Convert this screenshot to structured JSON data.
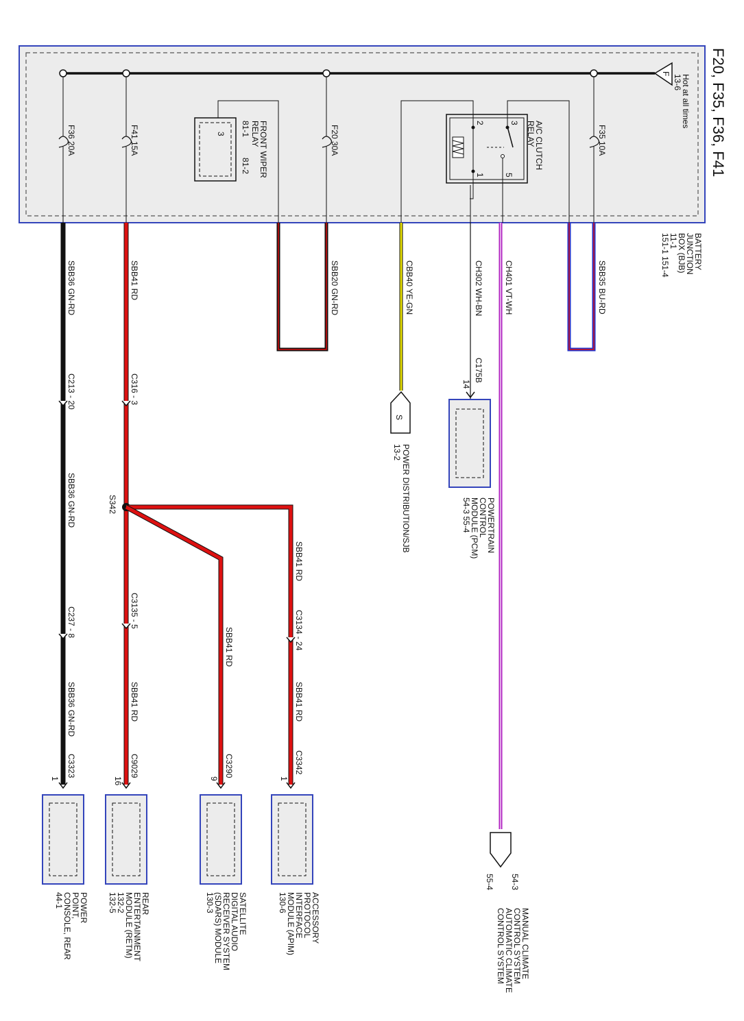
{
  "title": "F20, F35, F36, F41",
  "bjb": {
    "lines": [
      "BATTERY",
      "JUNCTION",
      "BOX (BJB)",
      "11-1",
      "151-1   151-4"
    ],
    "hot_label": [
      "Hot at all times",
      "13-6"
    ],
    "ground_flag": "F"
  },
  "fuses": {
    "f35": "F35  10A",
    "f20": "F20  30A",
    "f41": "F41  15A",
    "f36": "F36  20A"
  },
  "relays": {
    "ac_clutch": {
      "name": [
        "A/C CLUTCH",
        "RELAY"
      ],
      "pins": [
        "3",
        "2",
        "5",
        "1"
      ]
    },
    "front_wiper": {
      "name": [
        "FRONT WIPER",
        "RELAY"
      ],
      "refs": [
        "81-1",
        "81-2"
      ],
      "pin": "3"
    }
  },
  "circuits": {
    "sbb35": "SBB35   BU-RD",
    "ch401": "CH401   VT-WH",
    "ch302": "CH302   WH-BN",
    "cbb40": "CBB40   YE-GN",
    "sbb20": "SBB20   GN-RD",
    "sbb41": "SBB41   RD",
    "sbb36": "SBB36   GN-RD"
  },
  "connectors": {
    "c175b": "C175B",
    "c175b_pin": "14",
    "c316": "C316  -  3",
    "c213": "C213  -  20",
    "s342": "S342",
    "c3135": "C3135  -  5",
    "c3134": "C3134  -  24",
    "c237": "C237  -  8",
    "c3342": "C3342",
    "c3342_pin": "1",
    "c3290": "C3290",
    "c3290_pin": "9",
    "c9029": "C9029",
    "c9029_pin": "16",
    "c3323": "C3323",
    "c3323_pin": "1"
  },
  "flags": {
    "pds": {
      "letter": "S",
      "name": "POWER DISTRIBUTION/SJB",
      "ref": "13-2"
    },
    "climate": {
      "refs": [
        "54-3",
        "55-4"
      ],
      "lines": [
        "MANUAL CLIMATE",
        "CONTROL SYSTEM",
        "AUTOMATIC CLIMATE",
        "CONTROL SYSTEM"
      ]
    }
  },
  "modules": {
    "pcm": {
      "lines": [
        "POWERTRAIN",
        "CONTROL",
        "MODULE (PCM)",
        "54-3      55-4"
      ]
    },
    "apim": {
      "lines": [
        "ACCESSORY",
        "PROTOCOL",
        "INTERFACE",
        "MODULE (APIM)",
        "130-6"
      ]
    },
    "sdars": {
      "lines": [
        "SATELLITE",
        "DIGITAL AUDIO",
        "RECEIVER SYSTEM",
        "(SDARS) MODULE",
        "130-3"
      ]
    },
    "retm": {
      "lines": [
        "REAR",
        "ENTERTAINMENT",
        "MODULE (RETM)",
        "132-2",
        "132-5"
      ]
    },
    "power_point": {
      "lines": [
        "POWER",
        "POINT,",
        "CONSOLE, REAR",
        "44-1"
      ]
    }
  },
  "colors": {
    "blue": "#2233cc",
    "red": "#dd1111",
    "black": "#111111",
    "yellow": "#e8e000",
    "violet": "#b020c0",
    "frame": "#3344bb",
    "fill": "#ececec"
  }
}
